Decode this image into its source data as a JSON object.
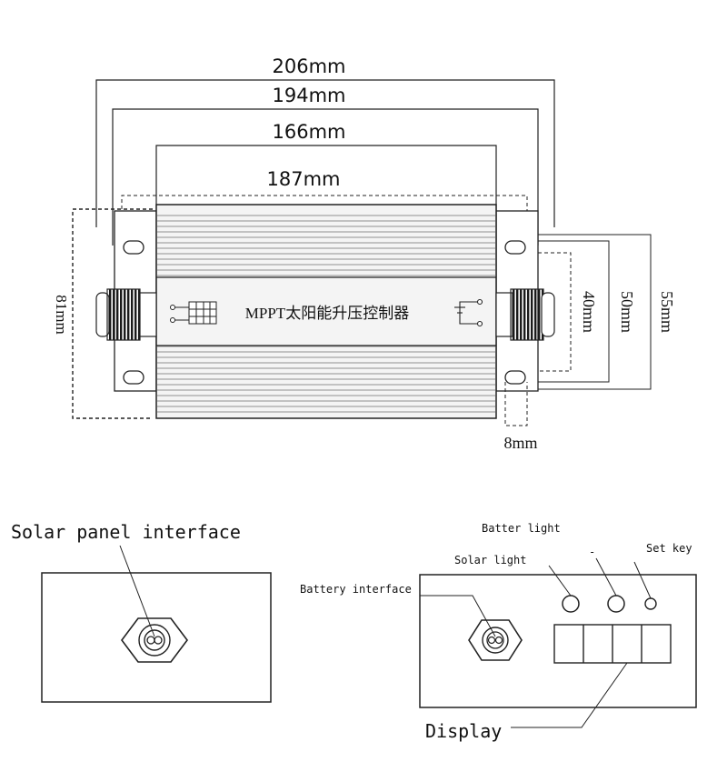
{
  "top_view": {
    "dimensions": {
      "width_overall": "206mm",
      "width_mount": "194mm",
      "width_body": "166mm",
      "width_inner": "187mm",
      "height_overall": "81mm",
      "height_40": "40mm",
      "height_50": "50mm",
      "height_55": "55mm",
      "slot_width": "8mm"
    },
    "device_label": "MPPT太阳能升压控制器"
  },
  "solar_panel_view": {
    "label": "Solar panel interface"
  },
  "battery_view": {
    "labels": {
      "batter_light": "Batter light",
      "solar_light": "Solar light",
      "set_key": "Set key",
      "battery_interface": "Battery interface",
      "display": "Display",
      "dash": "-"
    }
  },
  "colors": {
    "line": "#222222",
    "body_fill": "#f4f4f4"
  }
}
